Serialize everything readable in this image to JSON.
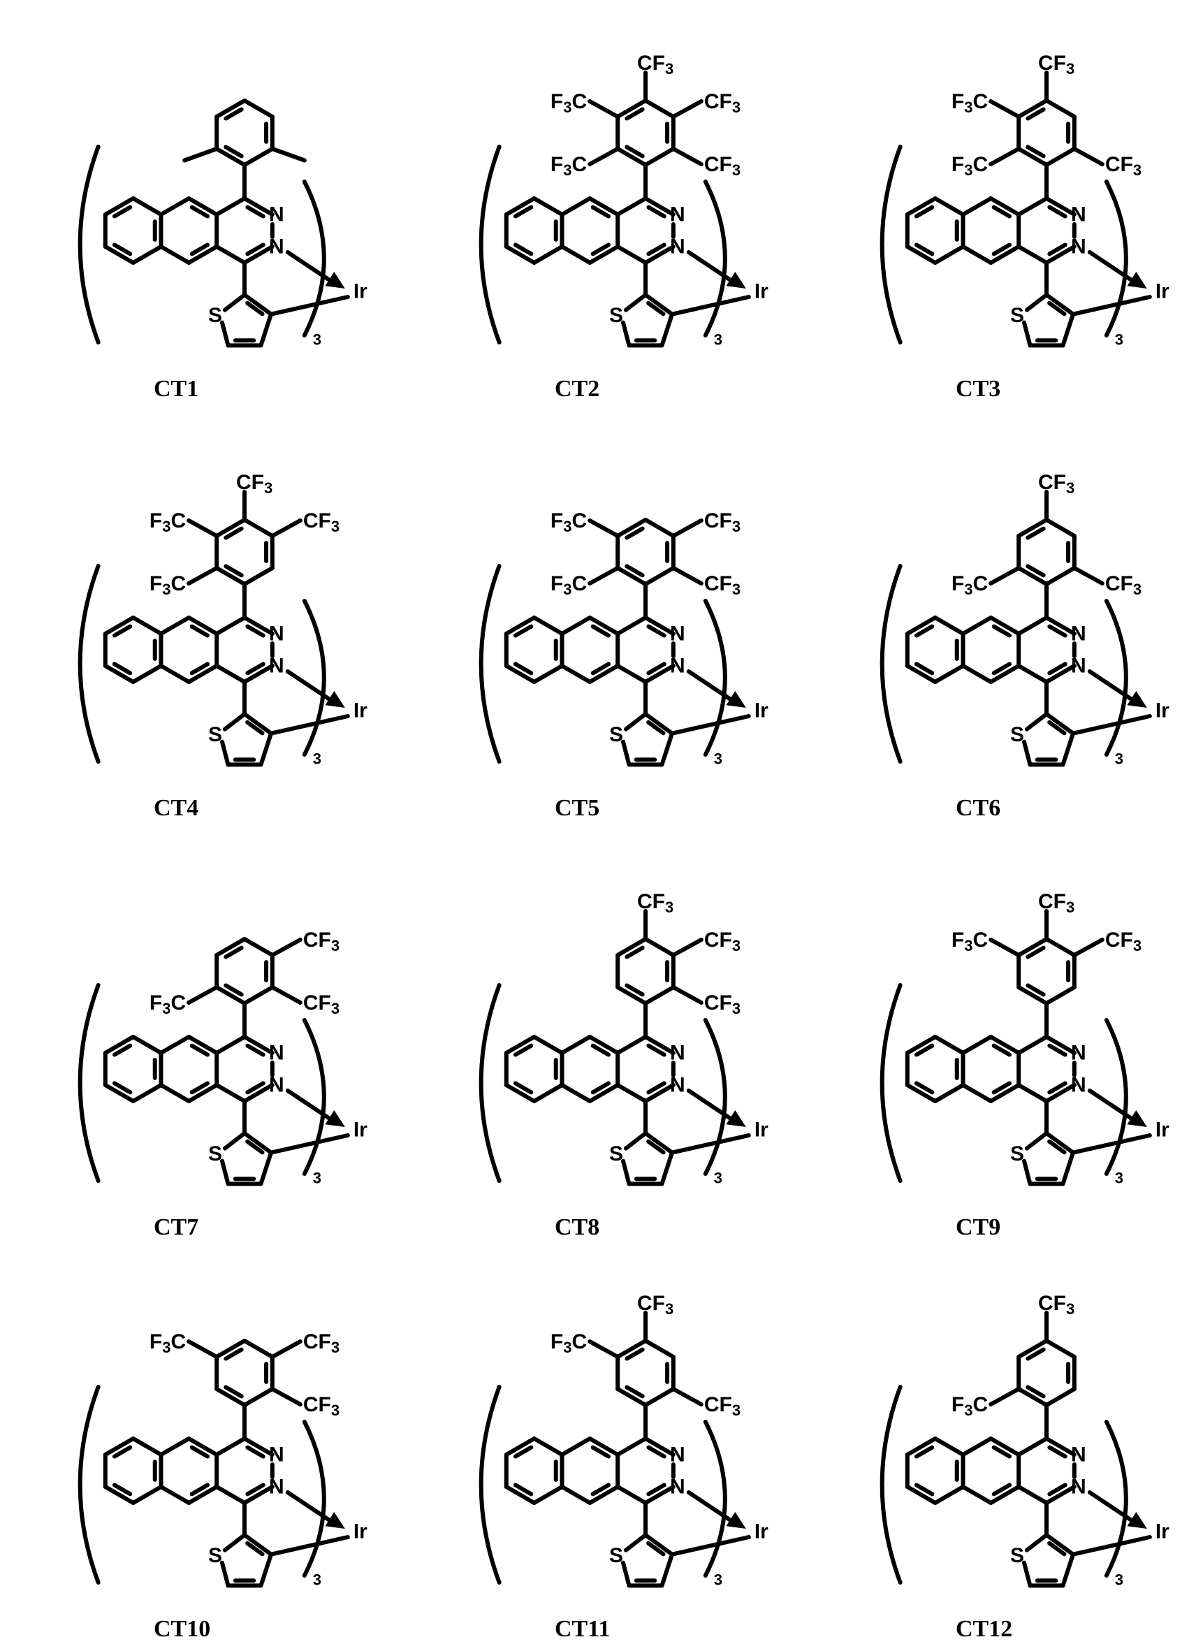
{
  "compounds": [
    {
      "label": "CT1",
      "substituents": {
        "o1": "CH3",
        "o2": "CH3"
      }
    },
    {
      "label": "CT2",
      "substituents": {
        "o1": "CF3",
        "m1": "CF3",
        "p": "CF3",
        "m2": "CF3",
        "o2": "CF3"
      }
    },
    {
      "label": "CT3",
      "substituents": {
        "o1": "CF3",
        "m1": "CF3",
        "p": "CF3",
        "o2": "CF3"
      }
    },
    {
      "label": "CT4",
      "substituents": {
        "o1": "CF3",
        "m1": "CF3",
        "p": "CF3",
        "m2": "CF3"
      }
    },
    {
      "label": "CT5",
      "substituents": {
        "o1": "CF3",
        "m1": "CF3",
        "m2": "CF3",
        "o2": "CF3"
      }
    },
    {
      "label": "CT6",
      "substituents": {
        "o1": "CF3",
        "p": "CF3",
        "o2": "CF3"
      }
    },
    {
      "label": "CT7",
      "substituents": {
        "o1": "CF3",
        "m2": "CF3",
        "o2": "CF3"
      }
    },
    {
      "label": "CT8",
      "substituents": {
        "p": "CF3",
        "m2": "CF3",
        "o2": "CF3"
      }
    },
    {
      "label": "CT9",
      "substituents": {
        "m1": "CF3",
        "p": "CF3",
        "m2": "CF3"
      }
    },
    {
      "label": "CT10",
      "substituents": {
        "m1": "CF3",
        "m2": "CF3",
        "o2": "CF3"
      }
    },
    {
      "label": "CT11",
      "substituents": {
        "m1": "CF3",
        "p": "CF3",
        "o2": "CF3"
      }
    },
    {
      "label": "CT12",
      "substituents": {
        "o1": "CF3",
        "p": "CF3"
      }
    }
  ],
  "atoms": {
    "N": "N",
    "S": "S",
    "Ir": "Ir",
    "F": "F",
    "C": "C",
    "sub_3": "3",
    "multiplier": "3"
  },
  "colors": {
    "ink": "#000000",
    "background": "#ffffff"
  }
}
